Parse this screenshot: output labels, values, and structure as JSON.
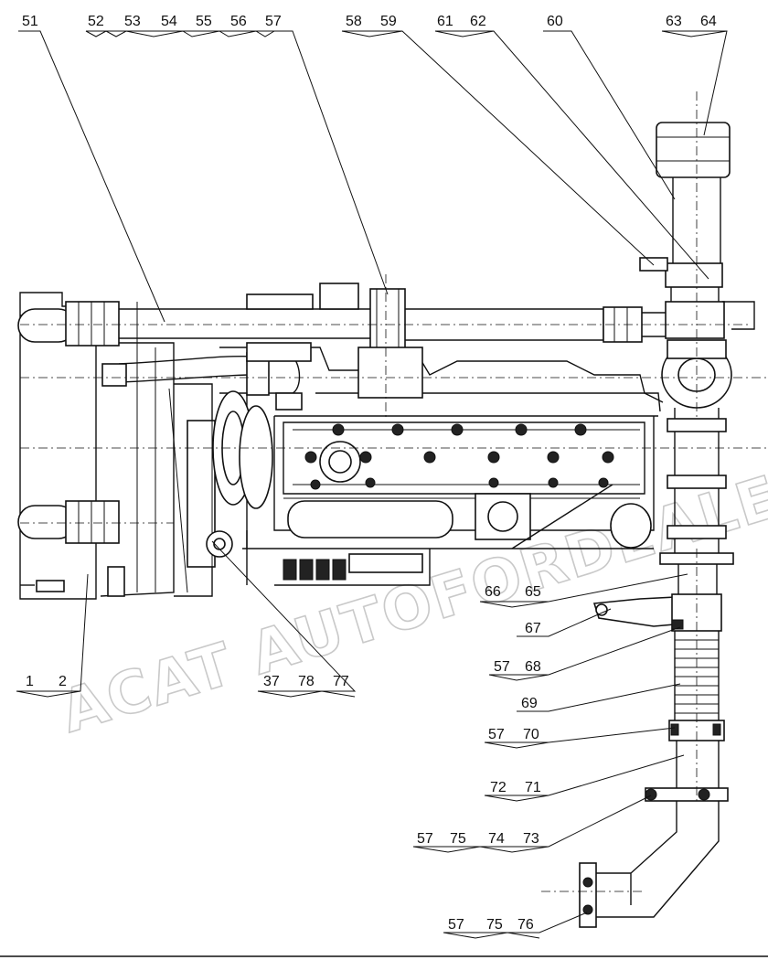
{
  "watermark": "ACAT AUTOFORDEALER.ru",
  "callouts": {
    "c51": "51",
    "c52_57": [
      "52",
      "53",
      "54",
      "55",
      "56",
      "57"
    ],
    "c58_59": [
      "58",
      "59"
    ],
    "c61_62": [
      "61",
      "62"
    ],
    "c60": "60",
    "c63_64": [
      "63",
      "64"
    ],
    "c66_65": [
      "66",
      "65"
    ],
    "c67": "67",
    "c57_68": [
      "57",
      "68"
    ],
    "c69": "69",
    "c57_70": [
      "57",
      "70"
    ],
    "c72_71": [
      "72",
      "71"
    ],
    "c57_75_74_73": [
      "57",
      "75",
      "74",
      "73"
    ],
    "c57_75_76": [
      "57",
      "75",
      "76"
    ],
    "c1_2": [
      "1",
      "2"
    ],
    "c37_78_77": [
      "37",
      "78",
      "77"
    ]
  }
}
